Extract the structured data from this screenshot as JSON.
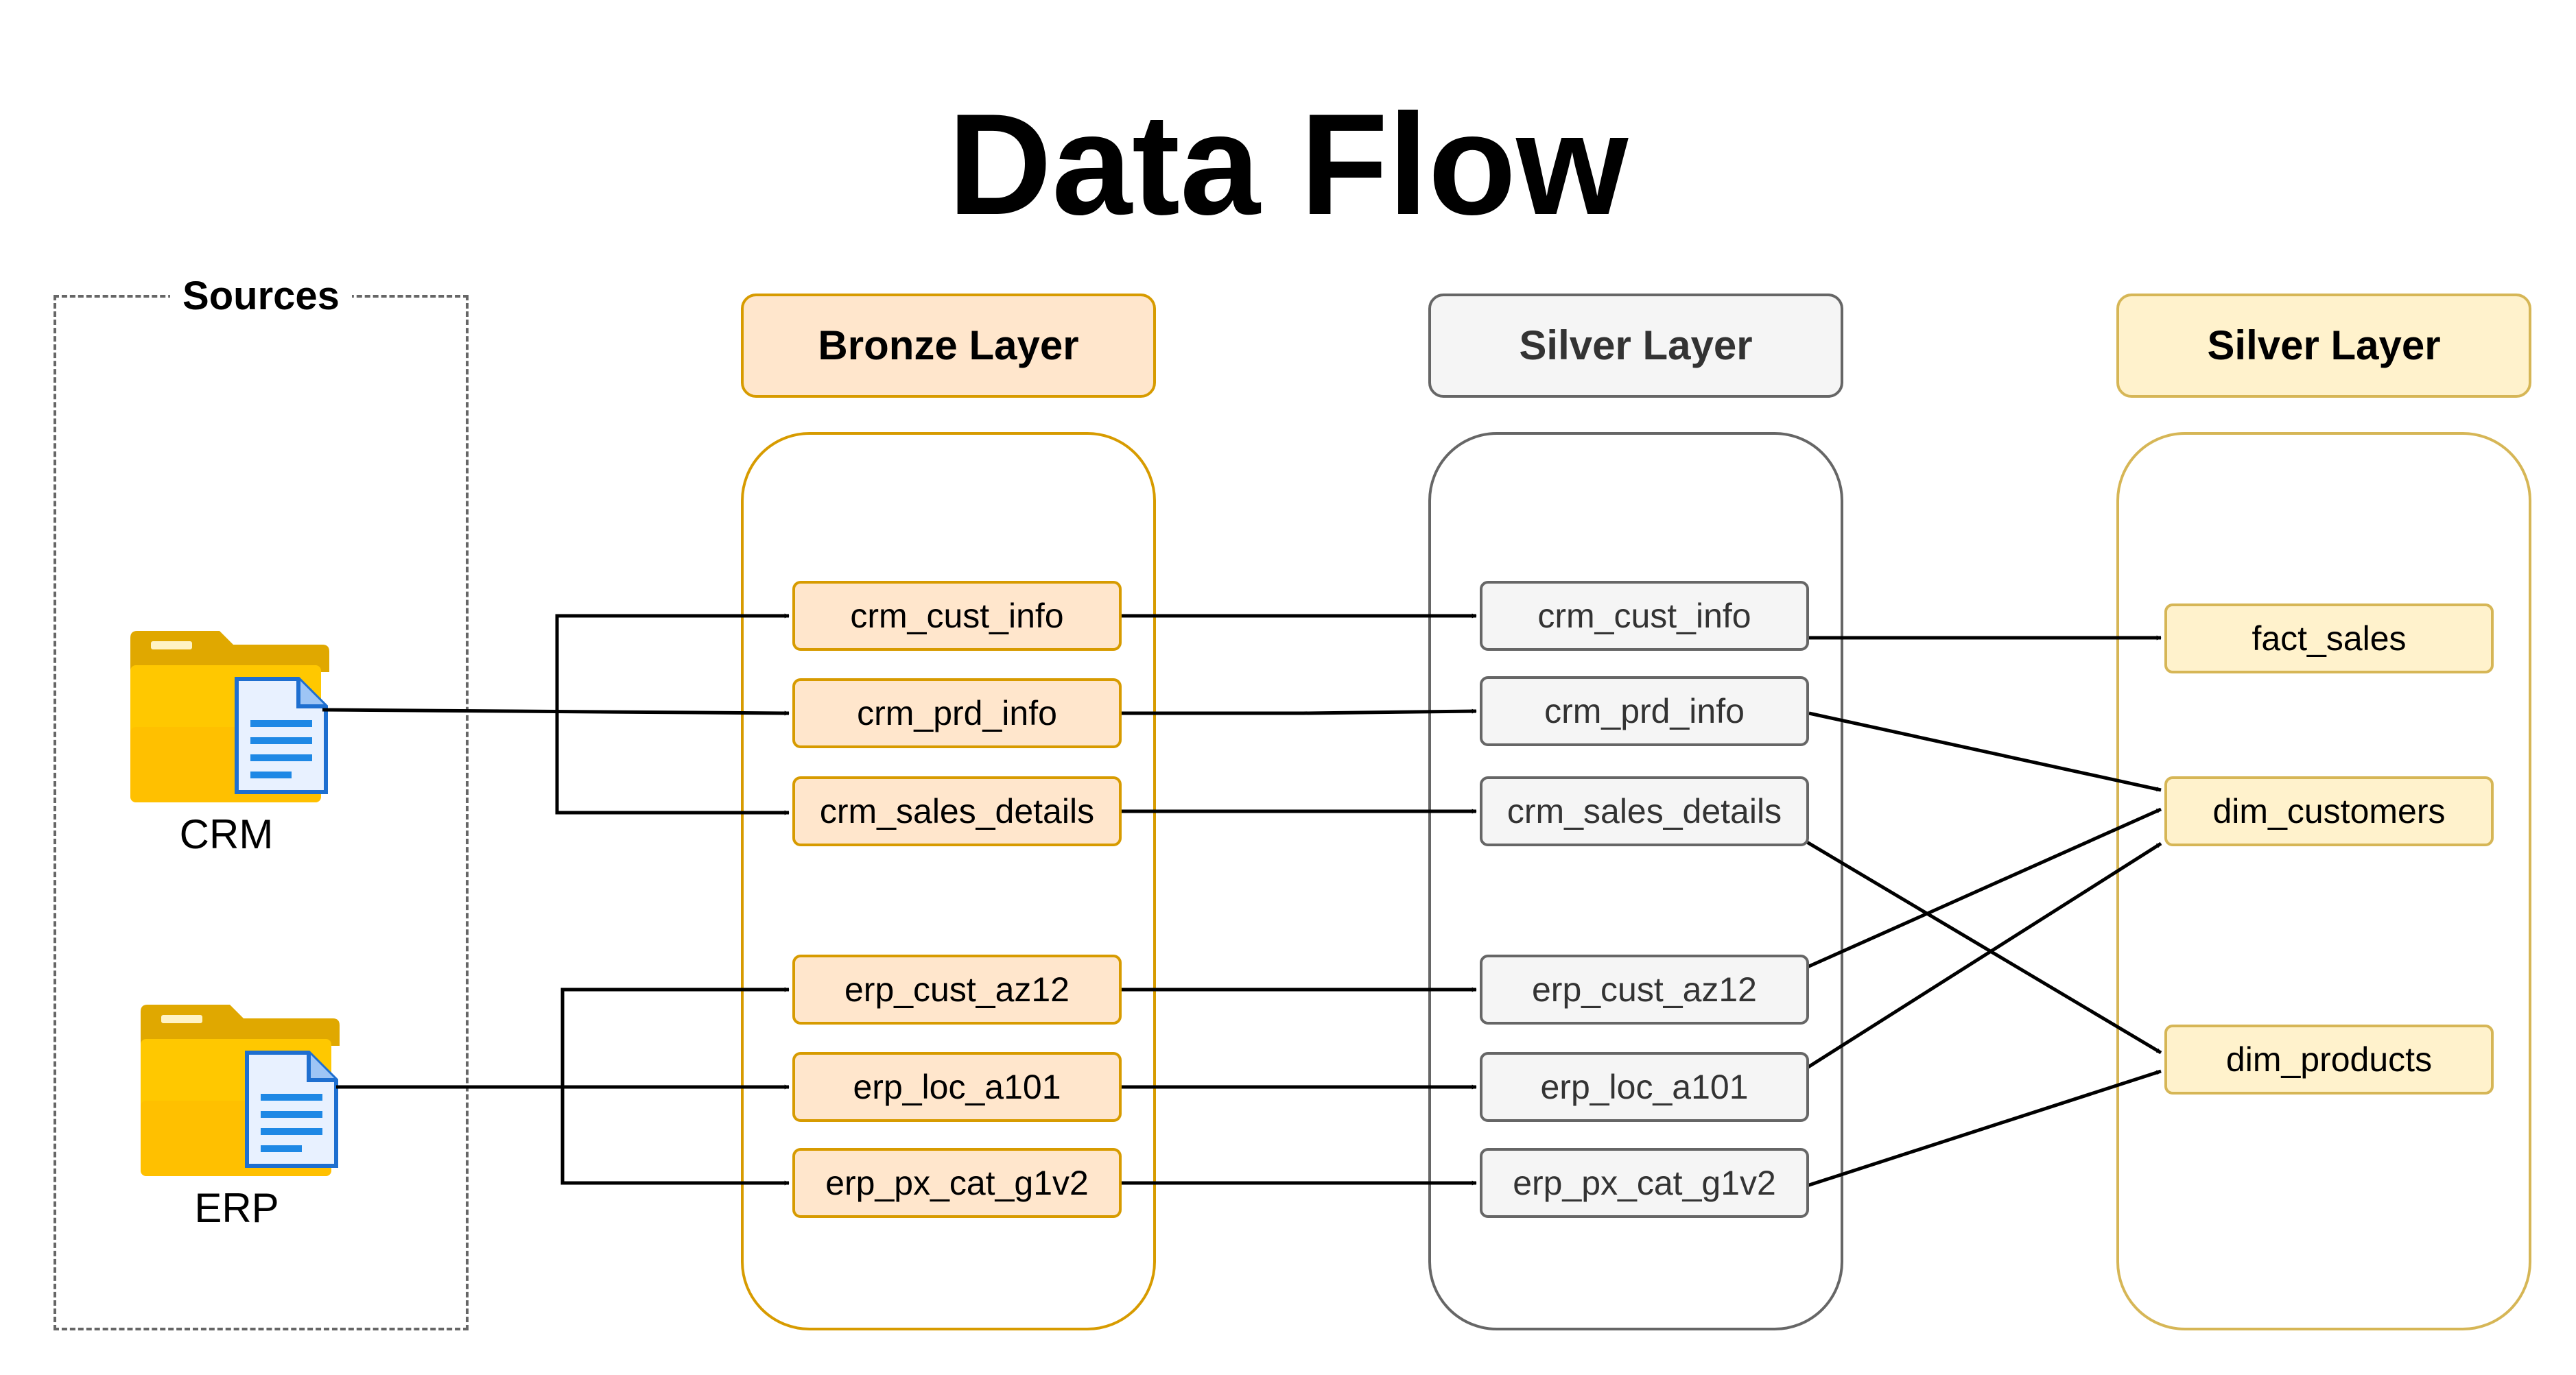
{
  "title": "Data Flow",
  "sources": {
    "label": "Sources",
    "items": [
      {
        "id": "crm",
        "label": "CRM"
      },
      {
        "id": "erp",
        "label": "ERP"
      }
    ]
  },
  "layers": {
    "bronze": {
      "title": "Bronze Layer",
      "tables": [
        "crm_cust_info",
        "crm_prd_info",
        "crm_sales_details",
        "erp_cust_az12",
        "erp_loc_a101",
        "erp_px_cat_g1v2"
      ]
    },
    "silver": {
      "title": "Silver Layer",
      "tables": [
        "crm_cust_info",
        "crm_prd_info",
        "crm_sales_details",
        "erp_cust_az12",
        "erp_loc_a101",
        "erp_px_cat_g1v2"
      ]
    },
    "gold": {
      "title": "Silver Layer",
      "tables": [
        "fact_sales",
        "dim_customers",
        "dim_products"
      ]
    }
  },
  "colors": {
    "bronze_fill": "#ffe6cc",
    "bronze_stroke": "#d79b00",
    "silver_fill": "#f5f5f5",
    "silver_stroke": "#666666",
    "gold_fill": "#fff2cc",
    "gold_stroke": "#d6b656",
    "folder_yellow": "#ffc800",
    "doc_blue": "#1e88e5"
  }
}
